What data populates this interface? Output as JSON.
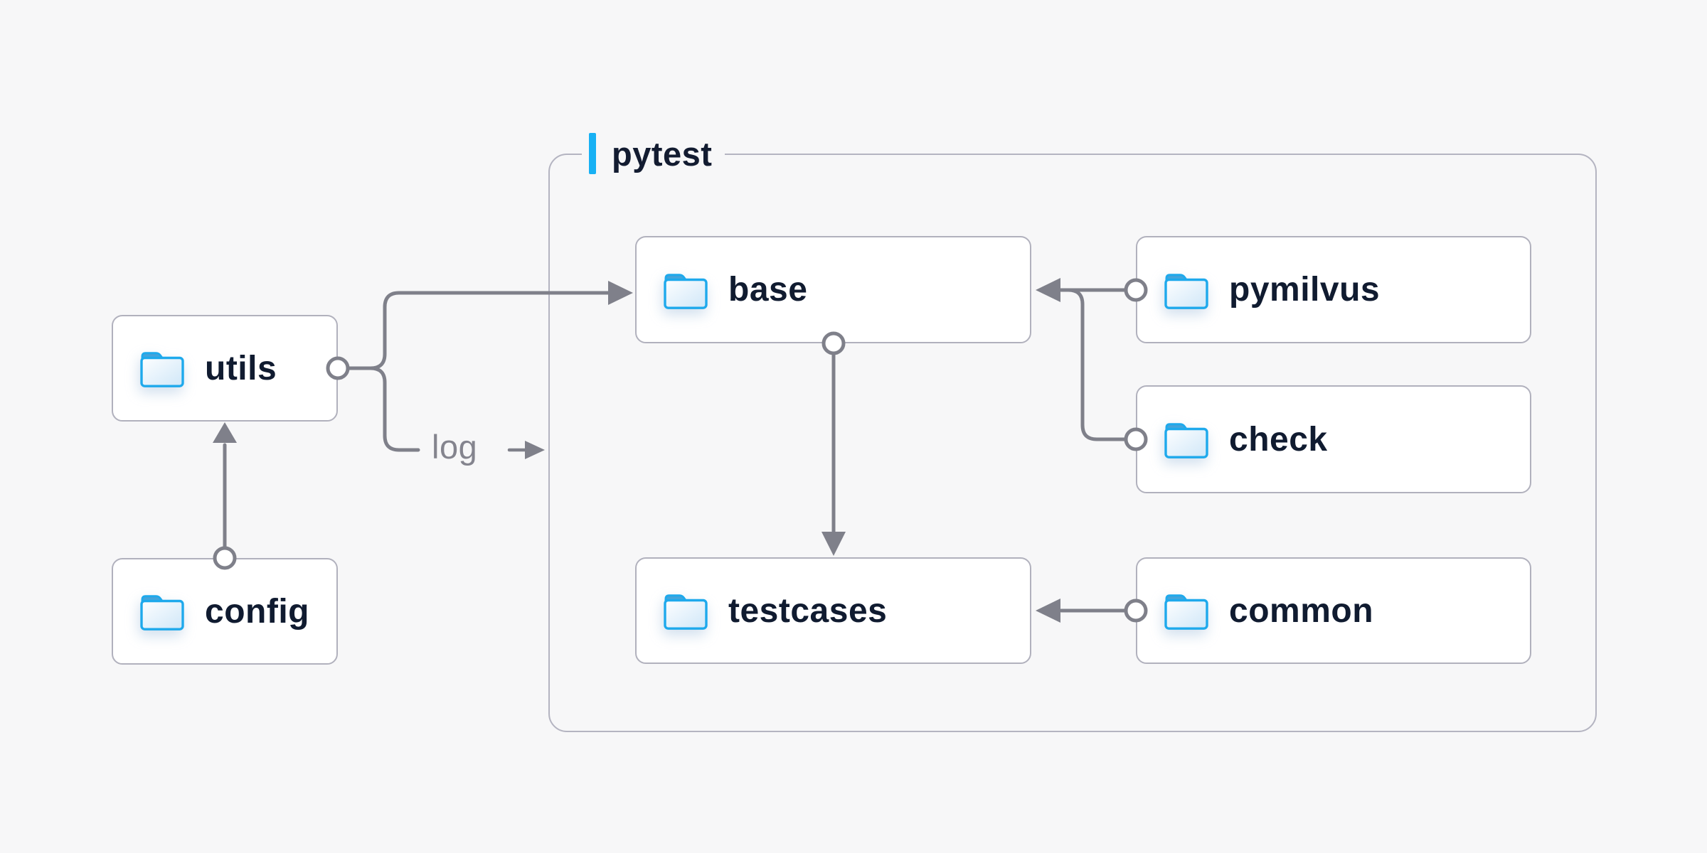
{
  "diagram": {
    "container": {
      "label": "pytest"
    },
    "edge_label": {
      "label": "log"
    },
    "nodes": {
      "utils": {
        "label": "utils"
      },
      "config": {
        "label": "config"
      },
      "base": {
        "label": "base"
      },
      "pymilvus": {
        "label": "pymilvus"
      },
      "check": {
        "label": "check"
      },
      "testcases": {
        "label": "testcases"
      },
      "common": {
        "label": "common"
      }
    },
    "edges": [
      {
        "from": "config",
        "to": "utils"
      },
      {
        "from": "utils",
        "to": "base"
      },
      {
        "from": "utils",
        "to": "log",
        "label": "log"
      },
      {
        "from": "pymilvus",
        "to": "base"
      },
      {
        "from": "check",
        "to": "base"
      },
      {
        "from": "base",
        "to": "testcases"
      },
      {
        "from": "common",
        "to": "testcases"
      }
    ],
    "colors": {
      "background": "#f7f7f8",
      "accent_blue": "#18b1f4",
      "folder_blue": "#1ea9ec",
      "line_gray": "#7f808a",
      "box_border_gray": "#b1b1bd",
      "text_navy": "#101b30",
      "label_gray": "#84848e"
    }
  }
}
